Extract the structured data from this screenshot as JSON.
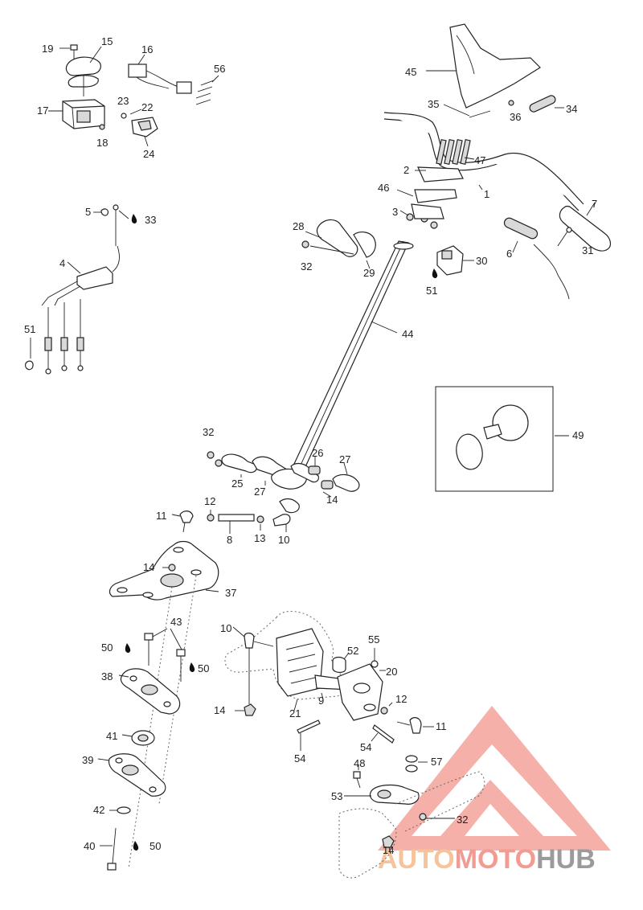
{
  "colors": {
    "ink": "#222222",
    "watermark_red": "#f08a80",
    "watermark_orange": "#f5b98a",
    "watermark_gray": "#8a8a8a"
  },
  "callouts": {
    "c1": "1",
    "c2": "2",
    "c3": "3",
    "c4": "4",
    "c5": "5",
    "c6": "6",
    "c7": "7",
    "c8": "8",
    "c9": "9",
    "c10a": "10",
    "c10b": "10",
    "c11a": "11",
    "c11b": "11",
    "c12a": "12",
    "c12b": "12",
    "c13": "13",
    "c14a": "14",
    "c14b": "14",
    "c14c": "14",
    "c14d": "14",
    "c15": "15",
    "c16": "16",
    "c17": "17",
    "c18": "18",
    "c19": "19",
    "c20": "20",
    "c21": "21",
    "c22": "22",
    "c23": "23",
    "c24": "24",
    "c25": "25",
    "c26": "26",
    "c27a": "27",
    "c27b": "27",
    "c28": "28",
    "c29": "29",
    "c30": "30",
    "c31": "31",
    "c32a": "32",
    "c32b": "32",
    "c32c": "32",
    "c33": "33",
    "c34": "34",
    "c35": "35",
    "c36": "36",
    "c37": "37",
    "c38": "38",
    "c39": "39",
    "c40": "40",
    "c41": "41",
    "c42": "42",
    "c43": "43",
    "c44": "44",
    "c45": "45",
    "c46": "46",
    "c47": "47",
    "c48": "48",
    "c49": "49",
    "c50a": "50",
    "c50b": "50",
    "c50c": "50",
    "c51a": "51",
    "c51b": "51",
    "c52": "52",
    "c53": "53",
    "c54a": "54",
    "c54b": "54",
    "c55": "55",
    "c56": "56",
    "c57": "57"
  },
  "watermark": {
    "part1": "AUTO",
    "part2": "MOTO",
    "part3": "HUB"
  },
  "icons": [
    "drop-icon",
    "triangle-logo-icon"
  ]
}
